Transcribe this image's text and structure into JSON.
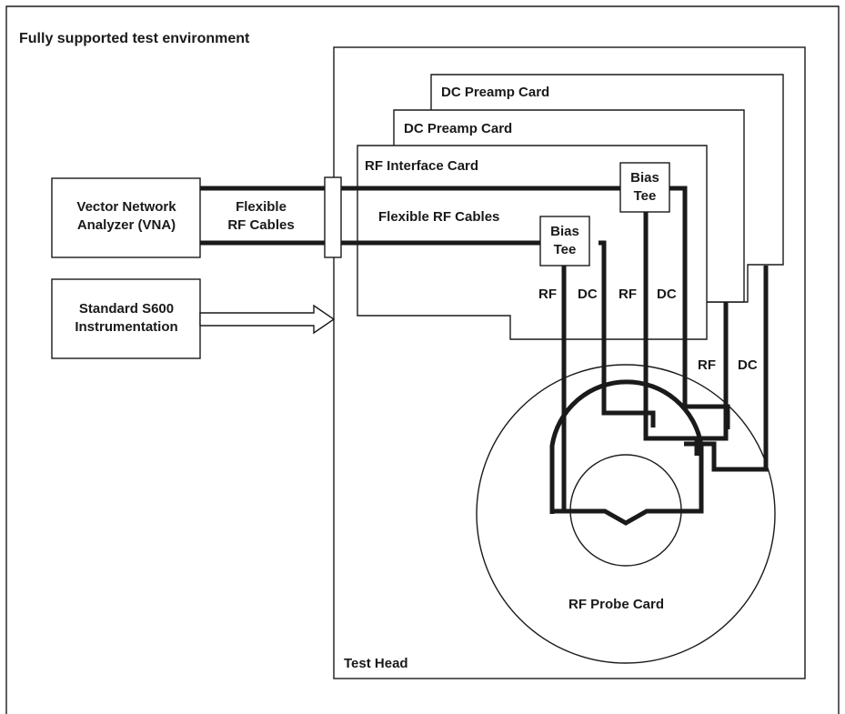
{
  "title": "Fully supported test environment",
  "vna": {
    "line1": "Vector Network",
    "line2": "Analyzer (VNA)"
  },
  "flexible_cables_outer": {
    "line1": "Flexible",
    "line2": "RF Cables"
  },
  "instrumentation": {
    "line1": "Standard S600",
    "line2": "Instrumentation"
  },
  "cards": {
    "dc_preamp_back": "DC Preamp Card",
    "dc_preamp_front": "DC Preamp Card",
    "rf_interface": "RF Interface Card",
    "flexible_cables_inner": "Flexible RF Cables"
  },
  "bias_tees": [
    {
      "line1": "Bias",
      "line2": "Tee"
    },
    {
      "line1": "Bias",
      "line2": "Tee"
    }
  ],
  "signal_labels": {
    "rf_a": "RF",
    "dc_a": "DC",
    "rf_b": "RF",
    "dc_b": "DC",
    "rf_c": "RF",
    "dc_c": "DC"
  },
  "probe_card": "RF Probe Card",
  "test_head": "Test Head"
}
